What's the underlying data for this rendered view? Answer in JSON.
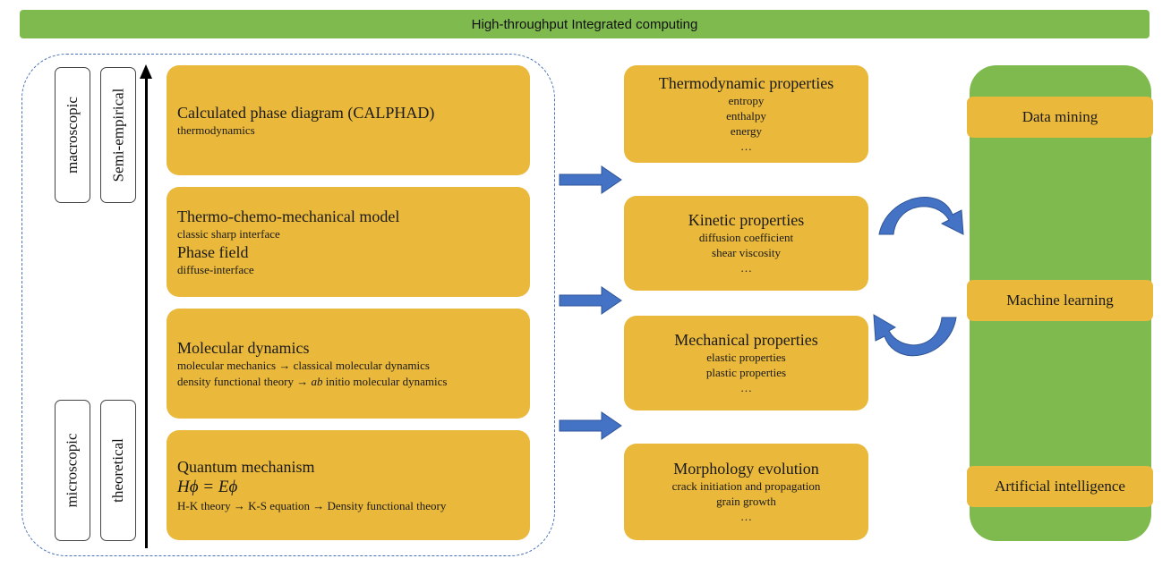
{
  "banner": {
    "title": "High-throughput Integrated computing"
  },
  "scale_labels": {
    "macroscopic": "macroscopic",
    "semi_empirical": "Semi-empirical",
    "microscopic": "microscopic",
    "theoretical": "theoretical"
  },
  "models": [
    {
      "title": "Calculated phase diagram (CALPHAD)",
      "sub": "thermodynamics"
    },
    {
      "title": "Thermo-chemo-mechanical model",
      "sub": "classic sharp interface",
      "title2": "Phase field",
      "sub2": "diffuse-interface"
    },
    {
      "title": "Molecular dynamics",
      "line1": "molecular mechanics → classical molecular dynamics",
      "line2_pre": "density functional theory → ",
      "line2_em": "ab",
      "line2_post": " initio molecular dynamics"
    },
    {
      "title": "Quantum mechanism",
      "equation": "Hϕ = Eϕ",
      "sub": "H-K theory → K-S equation → Density functional theory"
    }
  ],
  "properties": [
    {
      "title": "Thermodynamic properties",
      "items": [
        "entropy",
        "enthalpy",
        "energy",
        "…"
      ]
    },
    {
      "title": "Kinetic properties",
      "items": [
        "diffusion coefficient",
        "shear viscosity",
        "…"
      ]
    },
    {
      "title": "Mechanical properties",
      "items": [
        "elastic properties",
        "plastic properties",
        "…"
      ]
    },
    {
      "title": "Morphology evolution",
      "items": [
        "crack initiation and propagation",
        "grain growth",
        "…"
      ]
    }
  ],
  "ml_panel": {
    "items": [
      "Data mining",
      "Machine learning",
      "Artificial intelligence"
    ]
  },
  "colors": {
    "green": "#7fba4f",
    "orange": "#eab83a",
    "arrow_blue": "#4472c4",
    "dashed_border": "#4a72b8"
  }
}
